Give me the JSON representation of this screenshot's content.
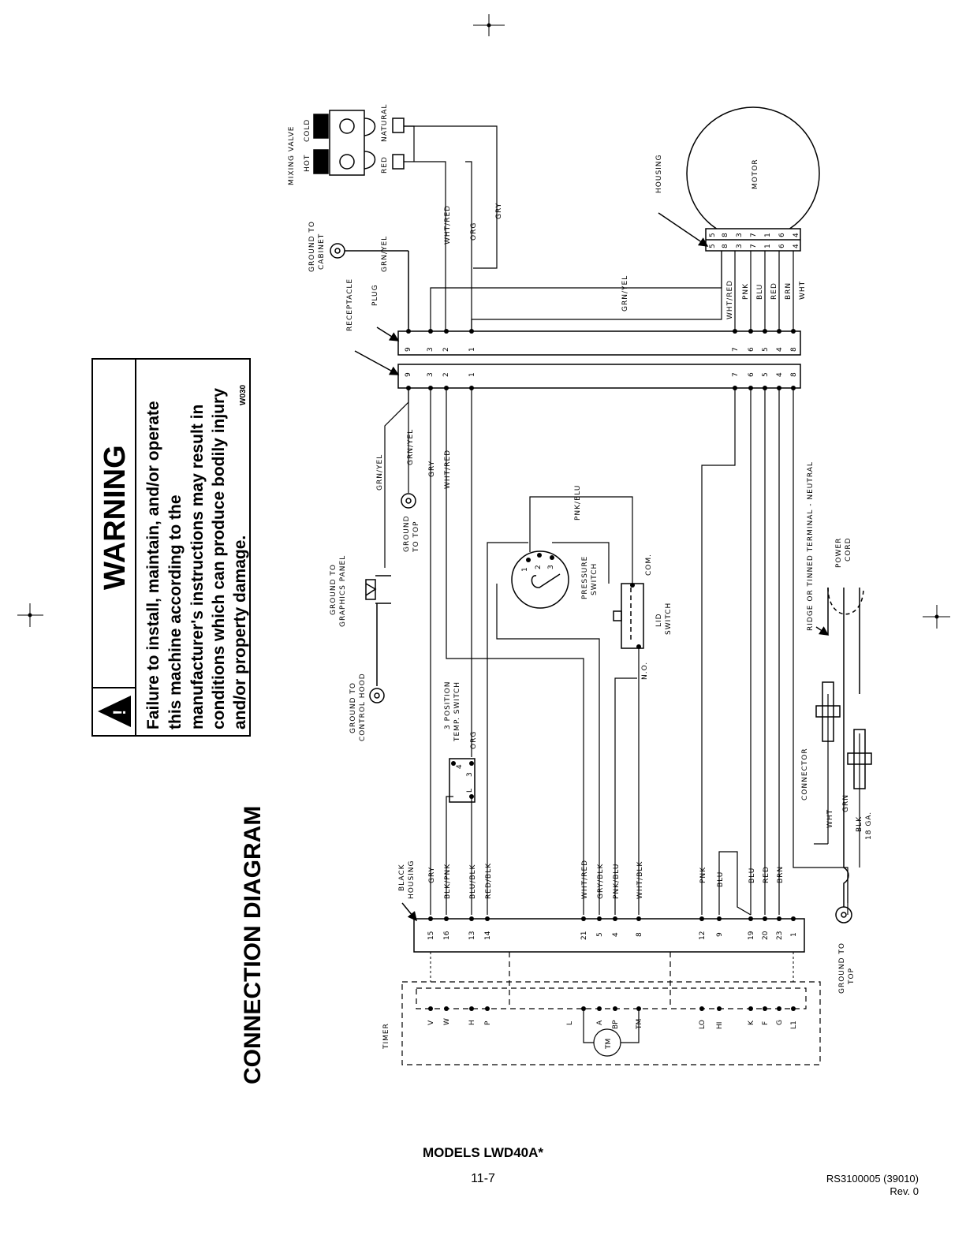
{
  "title": "CONNECTION DIAGRAM",
  "models": "MODELS LWD40A*",
  "page_number": "11-7",
  "doc_ref": "RS3100005   (39010)",
  "revision": "Rev. 0",
  "warning": {
    "heading": "WARNING",
    "lines": [
      "Failure to install, maintain, and/or operate",
      "this machine according to the",
      "manufacturer's instructions may result in",
      "conditions which can produce bodily injury",
      "and/or property damage."
    ],
    "code": "W030"
  },
  "components": {
    "mixing_valve": "MIXING VALVE",
    "hot": "HOT",
    "cold": "COLD",
    "red": "RED",
    "natural": "NATURAL",
    "ground_cabinet_1": "GROUND TO",
    "ground_cabinet_2": "CABINET",
    "receptacle": "RECEPTACLE",
    "plug": "PLUG",
    "housing": "HOUSING",
    "motor": "MOTOR",
    "ground_graphics_1": "GROUND TO",
    "ground_graphics_2": "GRAPHICS PANEL",
    "ground_hood_1": "GROUND TO",
    "ground_hood_2": "CONTROL HOOD",
    "ground_top_1": "GROUND",
    "ground_top_2": "TO TOP",
    "ground_top_b1": "GROUND TO",
    "ground_top_b2": "TOP",
    "pressure_1": "PRESSURE",
    "pressure_2": "SWITCH",
    "lid_1": "LID",
    "lid_2": "SWITCH",
    "com": "COM.",
    "no": "N.O.",
    "temp_1": "3 POSITION",
    "temp_2": "TEMP. SWITCH",
    "ridge": "RIDGE OR TINNED TERMINAL - NEUTRAL",
    "power_1": "POWER",
    "power_2": "CORD",
    "connector": "CONNECTOR",
    "black_1": "BLACK",
    "black_2": "HOUSING",
    "timer": "TIMER",
    "blk_18": "18 GA."
  },
  "wires": {
    "wht_red": "WHT/RED",
    "org": "ORG",
    "gry": "GRY",
    "grn_yel": "GRN/YEL",
    "pnk": "PNK",
    "blu": "BLU",
    "red": "RED",
    "brn": "BRN",
    "wht": "WHT",
    "pnk_blu": "PNK/BLU",
    "blk_pnk": "BLK/PNK",
    "blu_blk": "BLU/BLK",
    "red_blk": "RED/BLK",
    "gry_blk": "GRY/BLK",
    "wht_blk": "WHT/BLK",
    "grn": "GRN",
    "blk": "BLK"
  },
  "plug_pins": [
    "9",
    "3",
    "2",
    "1",
    "7",
    "6",
    "5",
    "4",
    "8"
  ],
  "motor_pins": [
    "5",
    "8",
    "3",
    "7",
    "1",
    "6",
    "4"
  ],
  "timer_pins": [
    "15",
    "16",
    "13",
    "14",
    "21",
    "5",
    "4",
    "8",
    "12",
    "9",
    "19",
    "20",
    "23",
    "1"
  ],
  "timer_terms": [
    "V",
    "W",
    "H",
    "P",
    "L",
    "A",
    "BP",
    "TM",
    "LO",
    "HI",
    "K",
    "F",
    "G",
    "L1"
  ],
  "temp_pins": [
    "4",
    "3",
    "L"
  ],
  "pressure_pins": [
    "1",
    "2",
    "3"
  ],
  "timer_motor": "TM"
}
